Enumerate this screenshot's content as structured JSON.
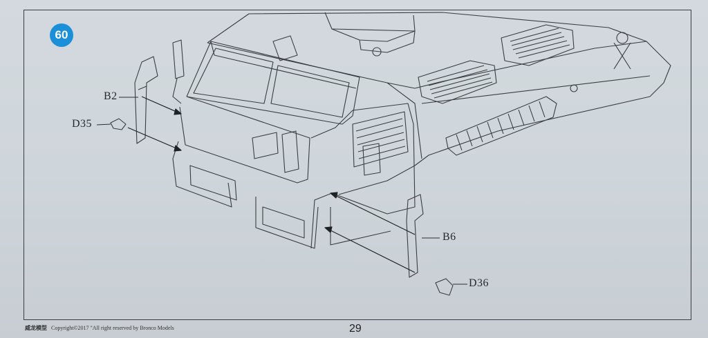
{
  "step": {
    "number": "60"
  },
  "callouts": {
    "b2": "B2",
    "d35": "D35",
    "b6": "B6",
    "d36": "D36"
  },
  "footer": {
    "brand_zh": "威龙模型",
    "copyright": "Copyright©2017  \"All right reserved by Bronco Models",
    "page_number": "29"
  },
  "colors": {
    "badge": "#1b8fd8",
    "line": "#3a3d40"
  }
}
